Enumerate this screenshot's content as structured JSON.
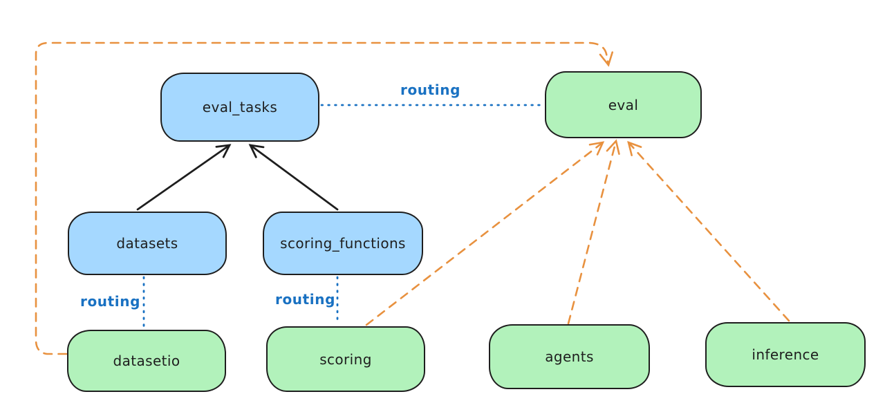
{
  "diagram": {
    "nodes": [
      {
        "id": "eval_tasks",
        "label": "eval_tasks",
        "color": "blue"
      },
      {
        "id": "eval",
        "label": "eval",
        "color": "green"
      },
      {
        "id": "datasets",
        "label": "datasets",
        "color": "blue"
      },
      {
        "id": "scoring_functions",
        "label": "scoring_functions",
        "color": "blue"
      },
      {
        "id": "datasetio",
        "label": "datasetio",
        "color": "green"
      },
      {
        "id": "scoring",
        "label": "scoring",
        "color": "green"
      },
      {
        "id": "agents",
        "label": "agents",
        "color": "green"
      },
      {
        "id": "inference",
        "label": "inference",
        "color": "green"
      }
    ],
    "edges": [
      {
        "from": "datasets",
        "to": "eval_tasks",
        "style": "solid",
        "color": "black",
        "label": ""
      },
      {
        "from": "scoring_functions",
        "to": "eval_tasks",
        "style": "solid",
        "color": "black",
        "label": ""
      },
      {
        "from": "eval_tasks",
        "to": "eval",
        "style": "dotted",
        "color": "blue",
        "label": "routing"
      },
      {
        "from": "datasets",
        "to": "datasetio",
        "style": "dotted",
        "color": "blue",
        "label": "routing"
      },
      {
        "from": "scoring_functions",
        "to": "scoring",
        "style": "dotted",
        "color": "blue",
        "label": "routing"
      },
      {
        "from": "datasetio",
        "to": "eval",
        "style": "dashed",
        "color": "orange",
        "label": ""
      },
      {
        "from": "scoring",
        "to": "eval",
        "style": "dashed",
        "color": "orange",
        "label": ""
      },
      {
        "from": "agents",
        "to": "eval",
        "style": "dashed",
        "color": "orange",
        "label": ""
      },
      {
        "from": "inference",
        "to": "eval",
        "style": "dashed",
        "color": "orange",
        "label": ""
      }
    ],
    "colors": {
      "node_blue_fill": "#a5d8ff",
      "node_green_fill": "#b2f2bb",
      "node_stroke": "#1e1e1e",
      "routing_blue": "#1971c2",
      "arrow_black": "#1e1e1e",
      "arrow_orange": "#e8913f",
      "background": "#ffffff"
    }
  }
}
